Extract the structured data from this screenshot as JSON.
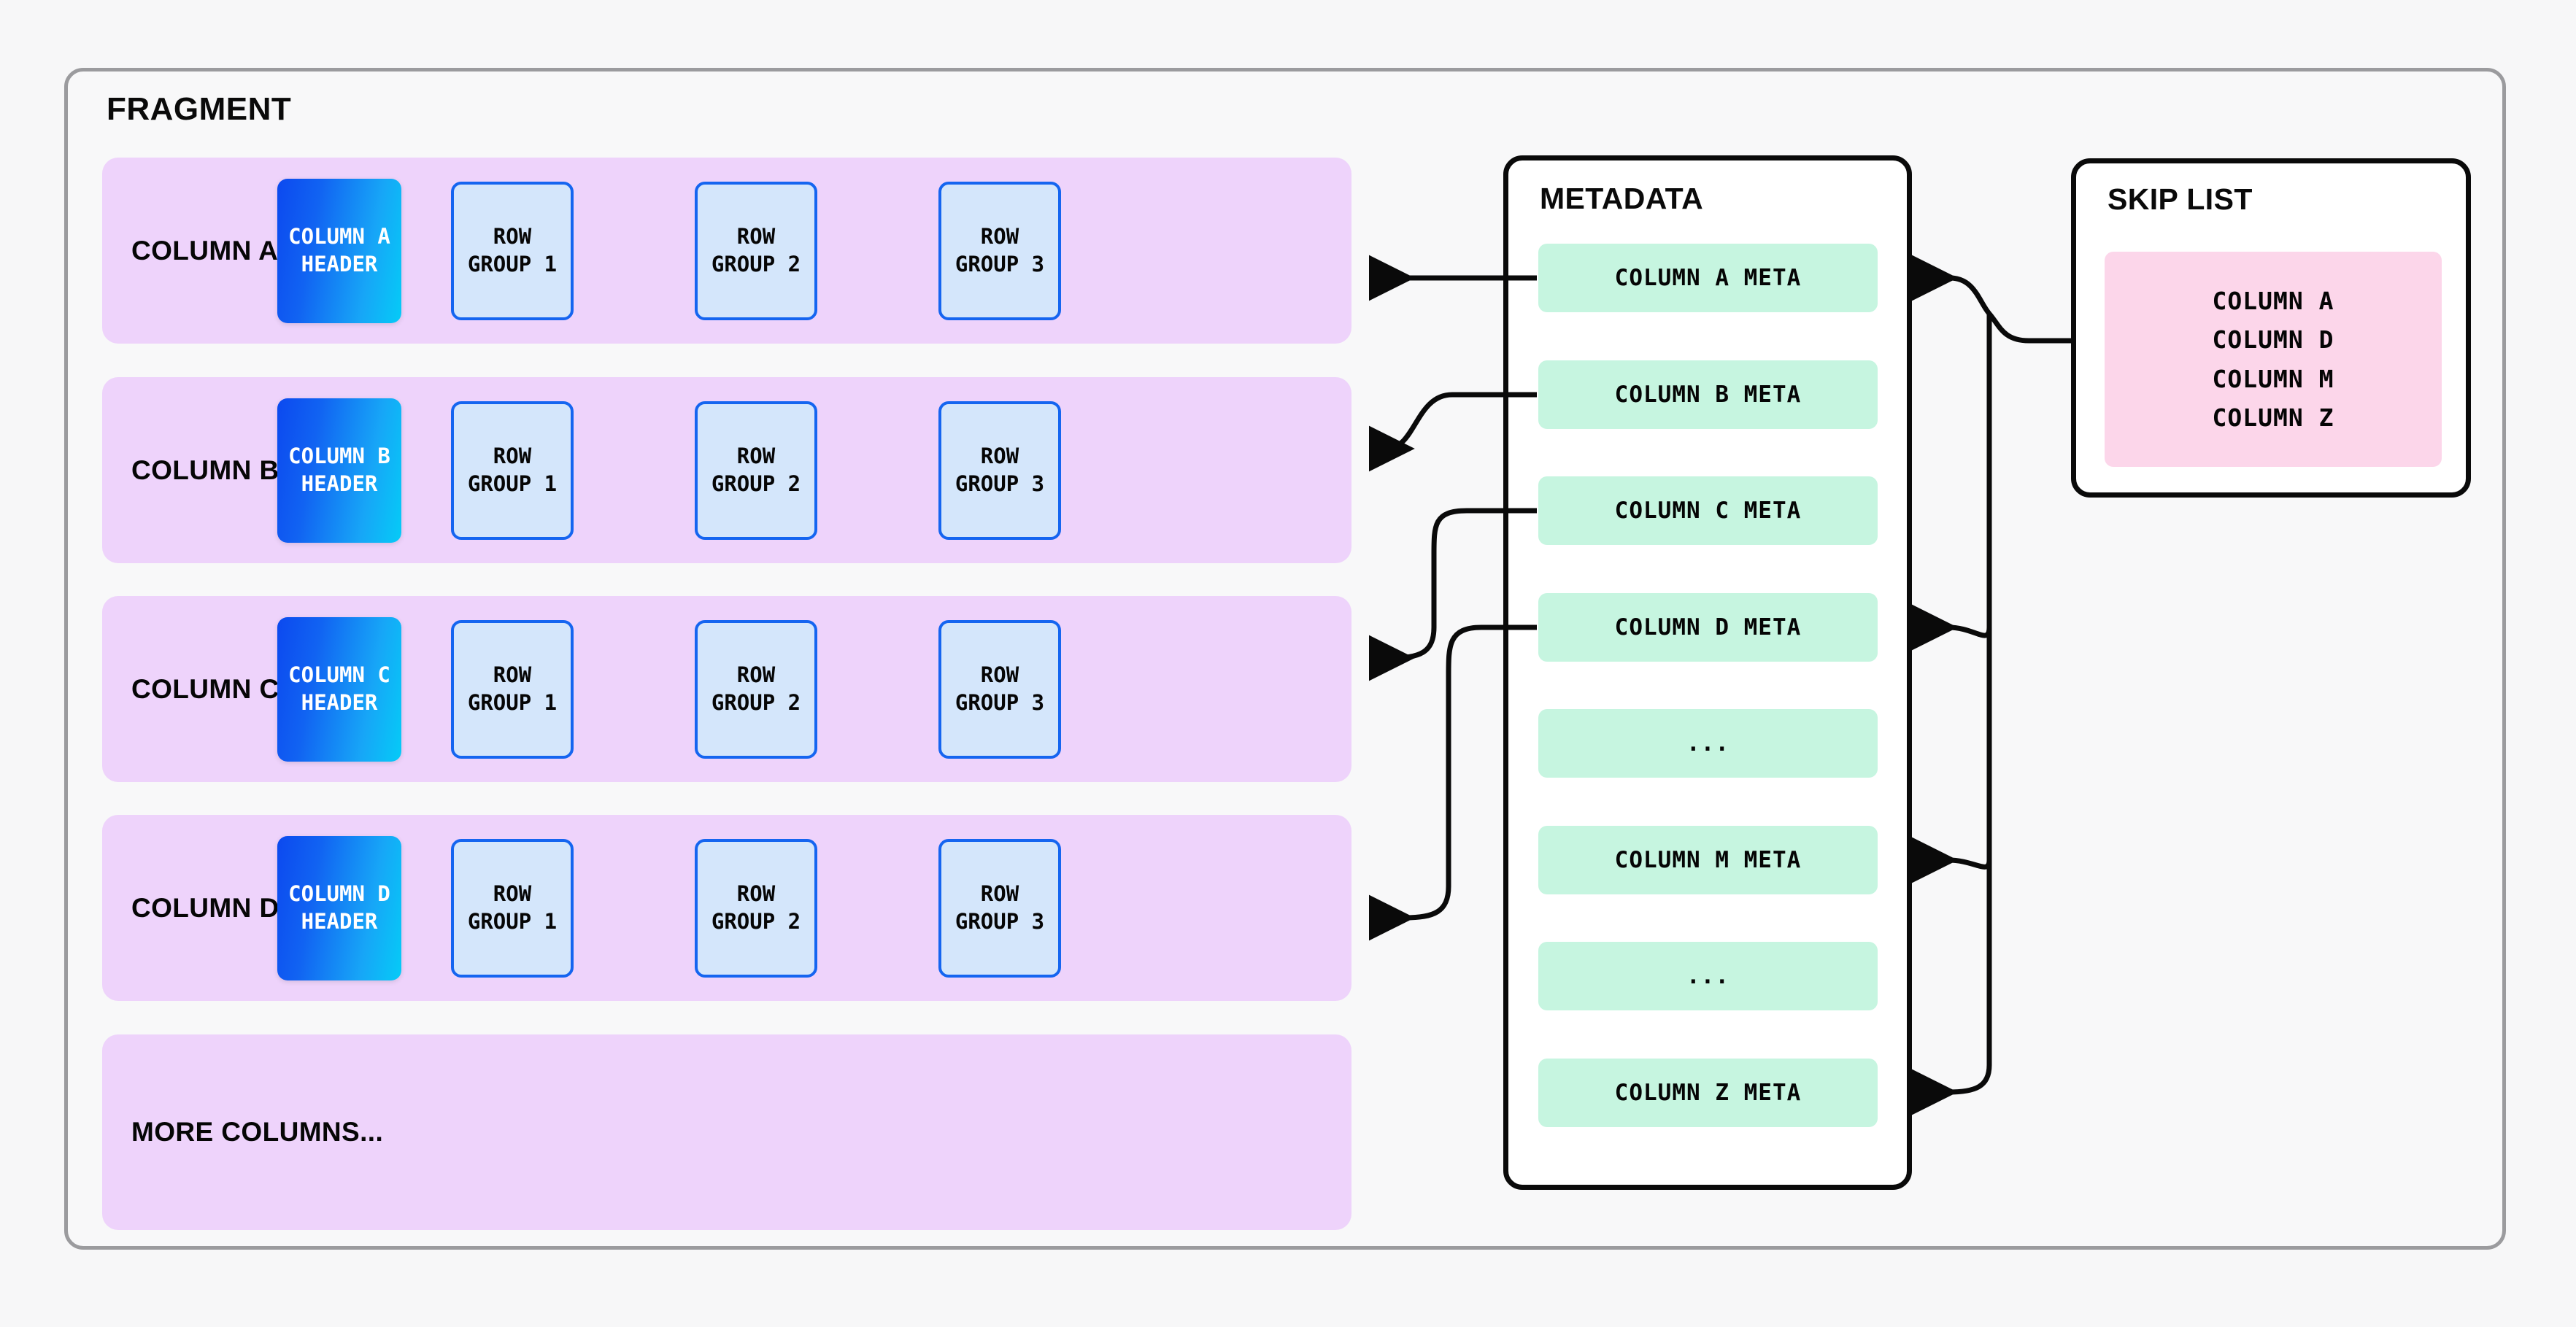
{
  "fragment": {
    "title": "FRAGMENT",
    "columns": [
      {
        "label": "COLUMN A",
        "header": "COLUMN A\nHEADER",
        "row_groups": [
          "ROW\nGROUP 1",
          "ROW\nGROUP 2",
          "ROW\nGROUP 3"
        ]
      },
      {
        "label": "COLUMN B",
        "header": "COLUMN B\nHEADER",
        "row_groups": [
          "ROW\nGROUP 1",
          "ROW\nGROUP 2",
          "ROW\nGROUP 3"
        ]
      },
      {
        "label": "COLUMN C",
        "header": "COLUMN C\nHEADER",
        "row_groups": [
          "ROW\nGROUP 1",
          "ROW\nGROUP 2",
          "ROW\nGROUP 3"
        ]
      },
      {
        "label": "COLUMN D",
        "header": "COLUMN D\nHEADER",
        "row_groups": [
          "ROW\nGROUP 1",
          "ROW\nGROUP 2",
          "ROW\nGROUP 3"
        ]
      }
    ],
    "more_columns_label": "MORE COLUMNS..."
  },
  "metadata": {
    "title": "METADATA",
    "items": [
      "COLUMN A META",
      "COLUMN B META",
      "COLUMN C META",
      "COLUMN D META",
      "...",
      "COLUMN M META",
      "...",
      "COLUMN Z META"
    ]
  },
  "skip_list": {
    "title": "SKIP LIST",
    "entries": [
      "COLUMN A",
      "COLUMN D",
      "COLUMN M",
      "COLUMN Z"
    ]
  },
  "colors": {
    "page_background": "#f7f7f8",
    "fragment_background": "#f8f8f9",
    "fragment_border": "#9b9b9e",
    "column_band": "#eed3fb",
    "column_header_gradient_start": "#0c49ef",
    "column_header_gradient_end": "#05cbf7",
    "row_group_fill": "#d4e6fb",
    "row_group_border": "#1565f0",
    "metadata_item_fill": "#c6f5e0",
    "skip_list_fill": "#fcd6ea",
    "panel_border": "#0a0a0a",
    "connector": "#0a0a0a"
  }
}
